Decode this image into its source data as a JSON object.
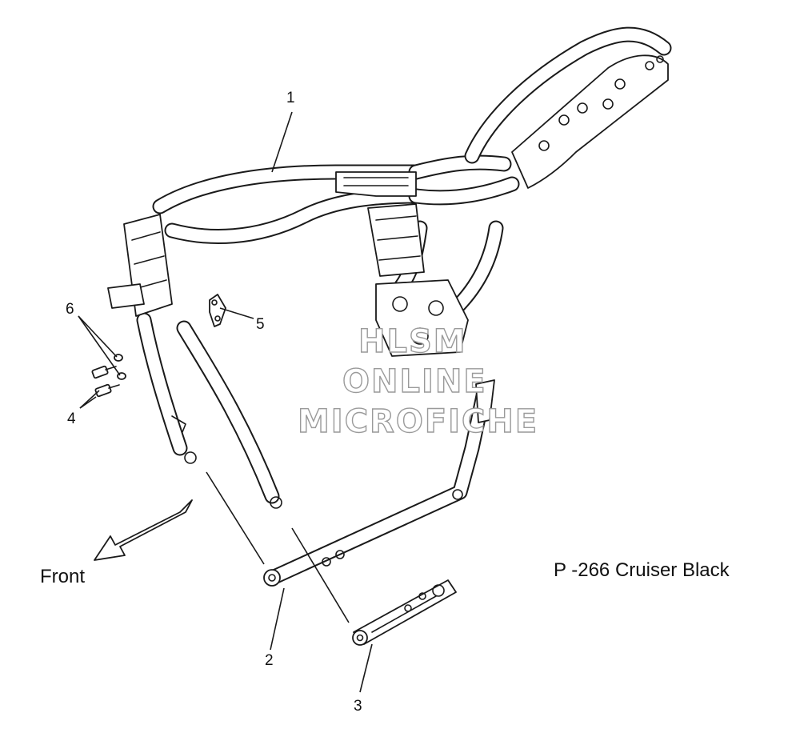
{
  "callouts": {
    "c1": "1",
    "c2": "2",
    "c3": "3",
    "c4": "4",
    "c5": "5",
    "c6": "6"
  },
  "direction_label": "Front",
  "model_label": "P -266  Cruiser Black",
  "watermark": {
    "line1": "HLSM",
    "line2": "ONLINE",
    "line3": "MICROFICHE"
  },
  "colors": {
    "line": "#1a1a1a",
    "tube_fill": "#ffffff",
    "watermark_stroke": "#9a9a9a"
  }
}
